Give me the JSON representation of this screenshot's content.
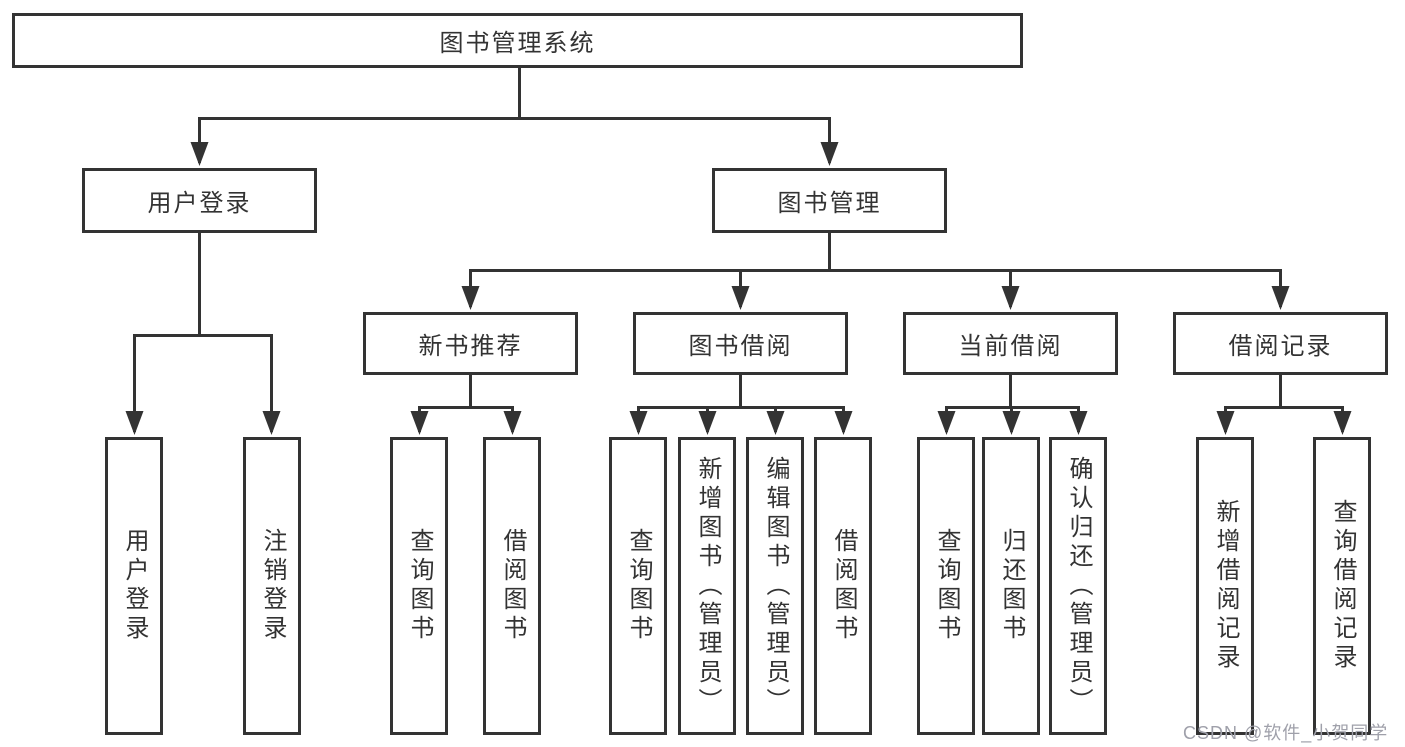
{
  "diagram": {
    "root": {
      "label": "图书管理系统"
    },
    "level2": {
      "user_login": {
        "label": "用户登录"
      },
      "book_management": {
        "label": "图书管理"
      }
    },
    "level3": {
      "new_book_recommend": {
        "label": "新书推荐"
      },
      "book_borrowing": {
        "label": "图书借阅"
      },
      "current_borrowing": {
        "label": "当前借阅"
      },
      "borrowing_records": {
        "label": "借阅记录"
      }
    },
    "leaves": {
      "login_user_login": {
        "label": "用户登录"
      },
      "login_logout": {
        "label": "注销登录"
      },
      "recommend_query_books": {
        "label": "查询图书"
      },
      "recommend_borrow_books": {
        "label": "借阅图书"
      },
      "borrowing_query_books": {
        "label": "查询图书"
      },
      "borrowing_add_books": {
        "label": "新增图书（管理员）"
      },
      "borrowing_edit_books": {
        "label": "编辑图书（管理员）"
      },
      "borrowing_borrow_books": {
        "label": "借阅图书"
      },
      "current_query_books": {
        "label": "查询图书"
      },
      "current_return_books": {
        "label": "归还图书"
      },
      "current_confirm_return": {
        "label": "确认归还（管理员）"
      },
      "records_add_record": {
        "label": "新增借阅记录"
      },
      "records_query_record": {
        "label": "查询借阅记录"
      }
    },
    "watermark": {
      "text": "CSDN @软件_小贺同学"
    },
    "colors": {
      "line": "#333333",
      "box_border": "#333333",
      "text": "#333333",
      "background": "#ffffff",
      "watermark": "#9fa0aa"
    }
  }
}
